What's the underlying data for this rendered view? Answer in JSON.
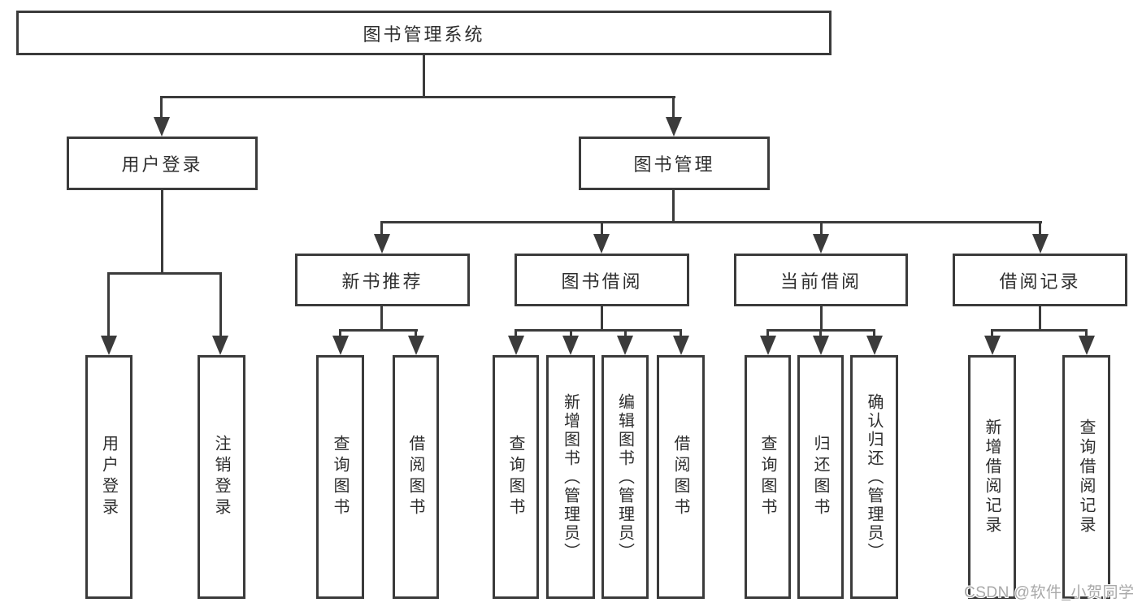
{
  "root": {
    "label": "图书管理系统"
  },
  "level2": [
    {
      "label": "用户登录"
    },
    {
      "label": "图书管理"
    }
  ],
  "level3": [
    {
      "parent": "图书管理",
      "label": "新书推荐"
    },
    {
      "parent": "图书管理",
      "label": "图书借阅"
    },
    {
      "parent": "图书管理",
      "label": "当前借阅"
    },
    {
      "parent": "图书管理",
      "label": "借阅记录"
    }
  ],
  "level4": [
    {
      "parent": "用户登录",
      "label": "用户登录"
    },
    {
      "parent": "用户登录",
      "label": "注销登录"
    },
    {
      "parent": "新书推荐",
      "label": "查询图书"
    },
    {
      "parent": "新书推荐",
      "label": "借阅图书"
    },
    {
      "parent": "图书借阅",
      "label": "查询图书"
    },
    {
      "parent": "图书借阅",
      "label": "新增图书（管理员）"
    },
    {
      "parent": "图书借阅",
      "label": "编辑图书（管理员）"
    },
    {
      "parent": "图书借阅",
      "label": "借阅图书"
    },
    {
      "parent": "当前借阅",
      "label": "查询图书"
    },
    {
      "parent": "当前借阅",
      "label": "归还图书"
    },
    {
      "parent": "当前借阅",
      "label": "确认归还（管理员）"
    },
    {
      "parent": "借阅记录",
      "label": "新增借阅记录"
    },
    {
      "parent": "借阅记录",
      "label": "查询借阅记录"
    }
  ],
  "watermark": {
    "text": "CSDN @软件_小贺同学"
  },
  "colors": {
    "line": "#3b3b3b",
    "text": "#2e2e2e",
    "watermark": "#a8a8a8",
    "background": "#ffffff"
  }
}
